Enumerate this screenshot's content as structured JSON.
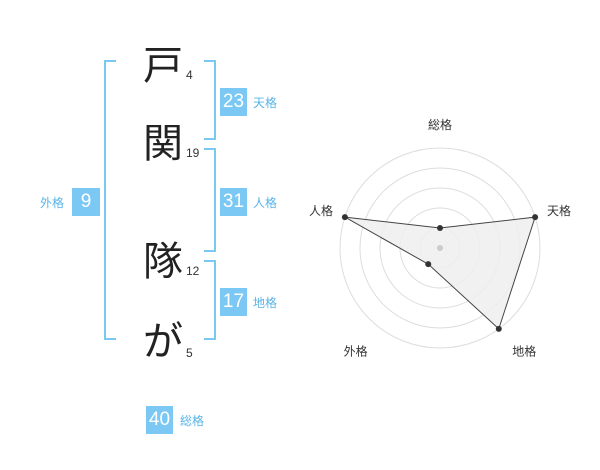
{
  "name": {
    "chars": [
      {
        "char": "戸",
        "strokes": "4"
      },
      {
        "char": "関",
        "strokes": "19"
      },
      {
        "char": "隊",
        "strokes": "12"
      },
      {
        "char": "が",
        "strokes": "5"
      }
    ]
  },
  "fortune": {
    "tenkaku": {
      "label": "天格",
      "value": "23"
    },
    "jinkaku": {
      "label": "人格",
      "value": "31"
    },
    "chikaku": {
      "label": "地格",
      "value": "17"
    },
    "gaikaku": {
      "label": "外格",
      "value": "9"
    },
    "soukaku": {
      "label": "総格",
      "value": "40"
    }
  },
  "chart_data": {
    "type": "radar",
    "axes": [
      "総格",
      "天格",
      "地格",
      "外格",
      "人格"
    ],
    "values": [
      1,
      4,
      4,
      1,
      4
    ],
    "rmax": 4,
    "rings": 4,
    "colors": {
      "grid": "#dddddd",
      "fill": "#efefef",
      "line": "#444444",
      "point": "#333333",
      "center": "#cccccc"
    }
  }
}
